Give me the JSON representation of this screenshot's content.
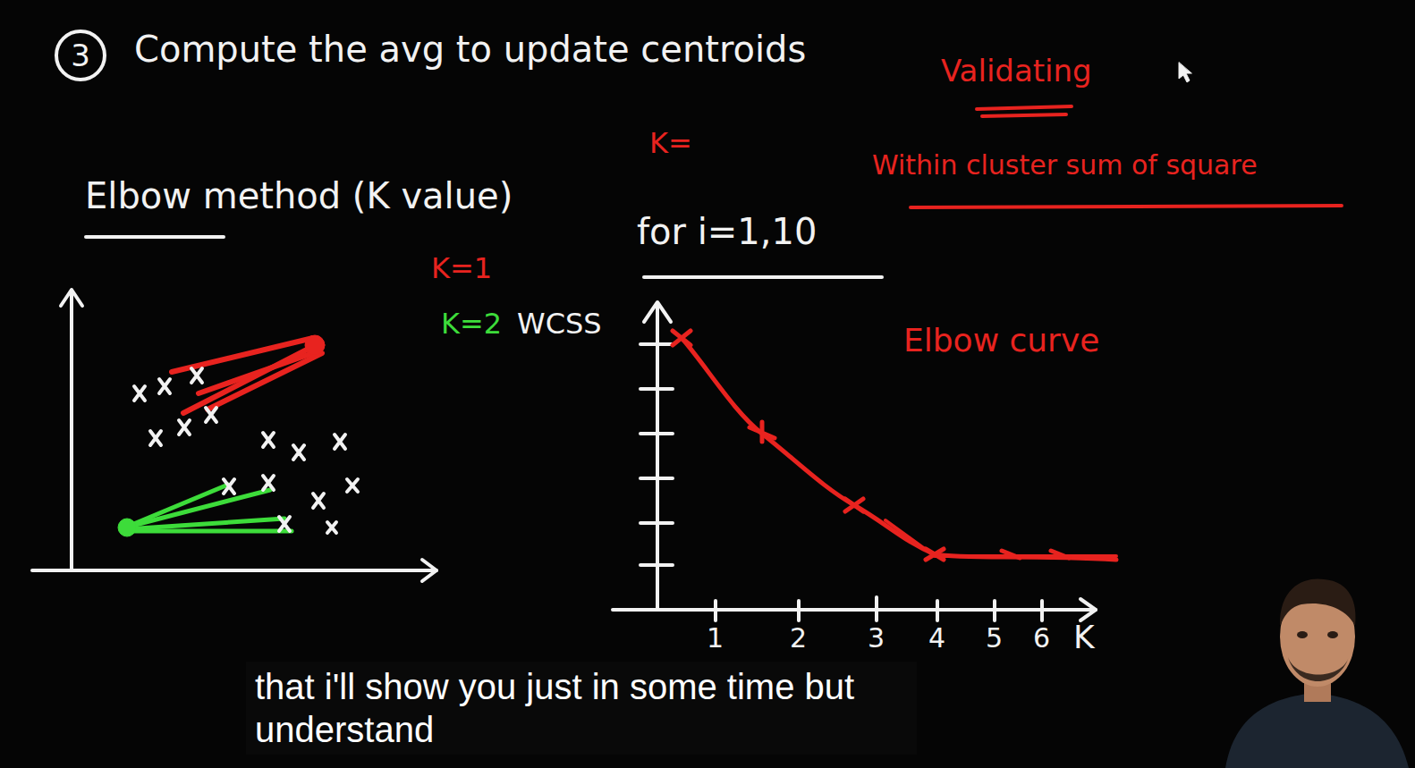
{
  "diagram": {
    "nodes": [
      {
        "text": [
          "3"
        ]
      }
    ],
    "labels": [
      "Compute the avg to update centroids",
      "Validating",
      "K=",
      "Within cluster sum of square",
      "Elbow method (K value)",
      "K=1",
      "K=2",
      "WCSS",
      "for i=1,10",
      "Elbow curve",
      "1",
      "2",
      "3",
      "4",
      "5",
      "6",
      "K",
      "that i'll show you just in some time but understand"
    ]
  }
}
